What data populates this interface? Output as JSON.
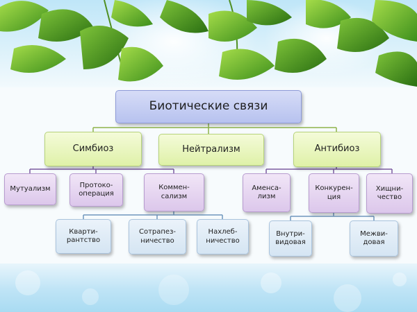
{
  "diagram": {
    "root": {
      "label": "Биотические связи"
    },
    "level1": [
      {
        "label": "Симбиоз"
      },
      {
        "label": "Нейтрализм"
      },
      {
        "label": "Антибиоз"
      }
    ],
    "level2": [
      {
        "label": "Мутуализм"
      },
      {
        "label": "Протоко-\nоперация"
      },
      {
        "label": "Коммен-\nсализм"
      },
      {
        "label": "Аменса-\nлизм"
      },
      {
        "label": "Конкурен-\nция"
      },
      {
        "label": "Хищни-\nчество"
      }
    ],
    "level3": [
      {
        "label": "Кварти-\nрантство"
      },
      {
        "label": "Сотрапез-\nничество"
      },
      {
        "label": "Нахлеб-\nничество"
      },
      {
        "label": "Внутри-\nвидовая"
      },
      {
        "label": "Межви-\nдовая"
      }
    ],
    "colors": {
      "root_fill": "#b7c2ef",
      "level1_fill": "#dff1a8",
      "level2_fill": "#dcc7eb",
      "level3_fill": "#d5e5f3",
      "link_green": "#8db34a",
      "link_purple": "#7b5aa0",
      "link_blue": "#6f96bd",
      "leaf_green": "#5fae2e"
    }
  }
}
